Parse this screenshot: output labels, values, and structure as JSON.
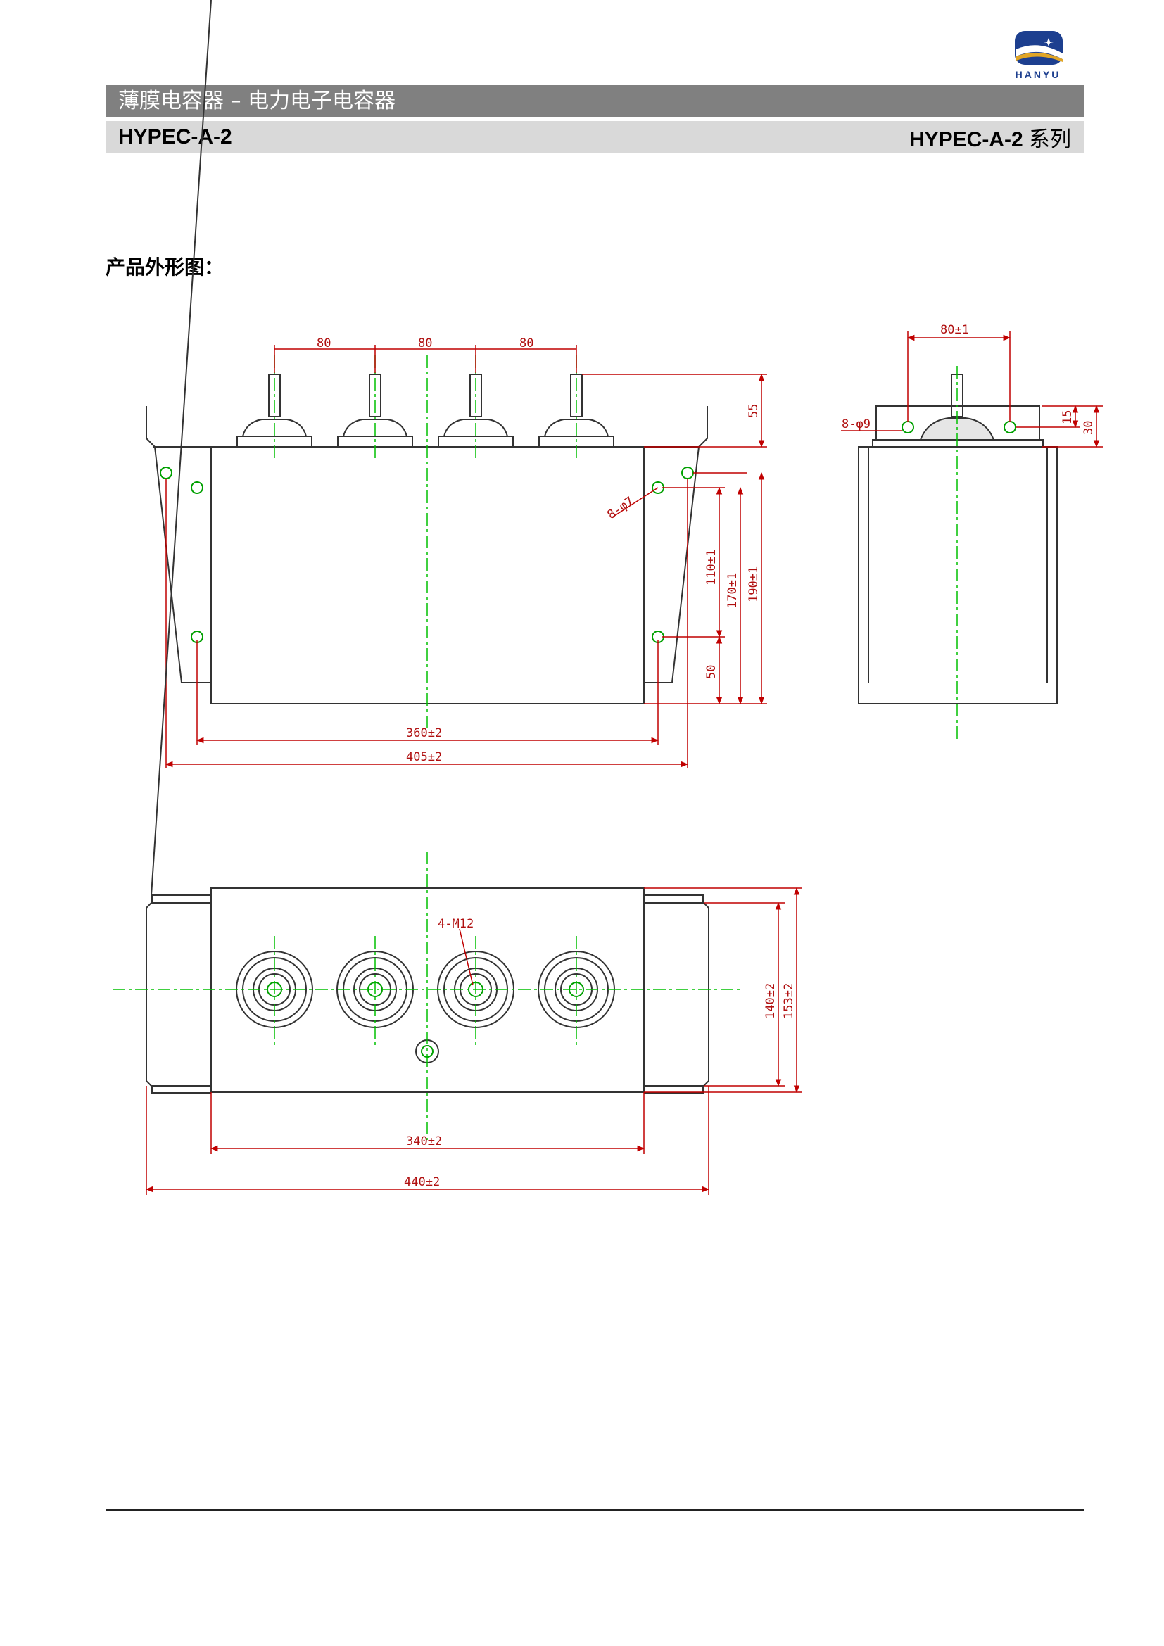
{
  "logo": {
    "text": "HANYU",
    "colors": {
      "blue": "#1d3f8f",
      "gold": "#e0a526"
    }
  },
  "header": {
    "title": "薄膜电容器 – 电力电子电容器",
    "model_left": "HYPEC-A-2",
    "model_right": "HYPEC-A-2",
    "model_right_suffix": "系列"
  },
  "section": {
    "label": "产品外形图："
  },
  "drawing": {
    "front_view": {
      "pitch_1": "80",
      "pitch_2": "80",
      "pitch_3": "80",
      "terminal_height": "55",
      "hole_label": "8-φ7",
      "dim_110": "110±1",
      "dim_170": "170±1",
      "dim_190": "190±1",
      "dim_50": "50",
      "dim_360": "360±2",
      "dim_405": "405±2"
    },
    "side_view": {
      "top_width": "80±1",
      "hole_label": "8-φ9",
      "dim_15": "15",
      "dim_30": "30"
    },
    "top_view": {
      "terminal_label": "4-M12",
      "dim_140": "140±2",
      "dim_153": "153±2",
      "dim_340": "340±2",
      "dim_440": "440±2"
    },
    "colors": {
      "outline": "#333333",
      "centerline": "#00c000",
      "dimension": "#c00000",
      "text": "#b01010"
    }
  }
}
